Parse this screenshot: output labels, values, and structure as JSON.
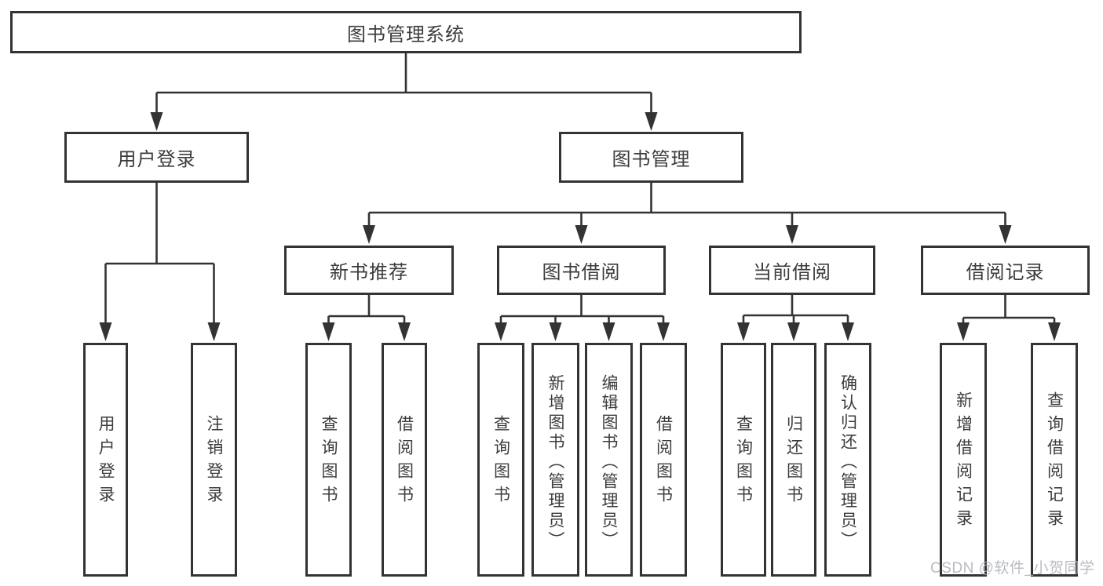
{
  "diagram": {
    "title": "图书管理系统",
    "nodes": {
      "root": {
        "label": "图书管理系统"
      },
      "user_login": {
        "label": "用户登录"
      },
      "book_mgmt": {
        "label": "图书管理"
      },
      "new_books": {
        "label": "新书推荐"
      },
      "book_borrow": {
        "label": "图书借阅"
      },
      "current_borrow": {
        "label": "当前借阅"
      },
      "borrow_records": {
        "label": "借阅记录"
      },
      "leaf_user_login": {
        "label": "用户登录"
      },
      "leaf_logout": {
        "label": "注销登录"
      },
      "leaf_nb_query": {
        "label": "查询图书"
      },
      "leaf_nb_borrow": {
        "label": "借阅图书"
      },
      "leaf_bb_query": {
        "label": "查询图书"
      },
      "leaf_bb_add": {
        "label": "新增图书（管理员）"
      },
      "leaf_bb_edit": {
        "label": "编辑图书（管理员）"
      },
      "leaf_bb_borrow": {
        "label": "借阅图书"
      },
      "leaf_cb_query": {
        "label": "查询图书"
      },
      "leaf_cb_return": {
        "label": "归还图书"
      },
      "leaf_cb_confirm": {
        "label": "确认归还（管理员）"
      },
      "leaf_br_add": {
        "label": "新增借阅记录"
      },
      "leaf_br_query": {
        "label": "查询借阅记录"
      }
    },
    "hierarchy": {
      "图书管理系统": {
        "用户登录": [
          "用户登录",
          "注销登录"
        ],
        "图书管理": {
          "新书推荐": [
            "查询图书",
            "借阅图书"
          ],
          "图书借阅": [
            "查询图书",
            "新增图书（管理员）",
            "编辑图书（管理员）",
            "借阅图书"
          ],
          "当前借阅": [
            "查询图书",
            "归还图书",
            "确认归还（管理员）"
          ],
          "借阅记录": [
            "新增借阅记录",
            "查询借阅记录"
          ]
        }
      }
    },
    "colors": {
      "line": "#333333",
      "text": "#3c3c3c",
      "background": "#ffffff",
      "watermark": "#aeb2ba"
    },
    "watermark": "CSDN @软件_小贺同学"
  }
}
